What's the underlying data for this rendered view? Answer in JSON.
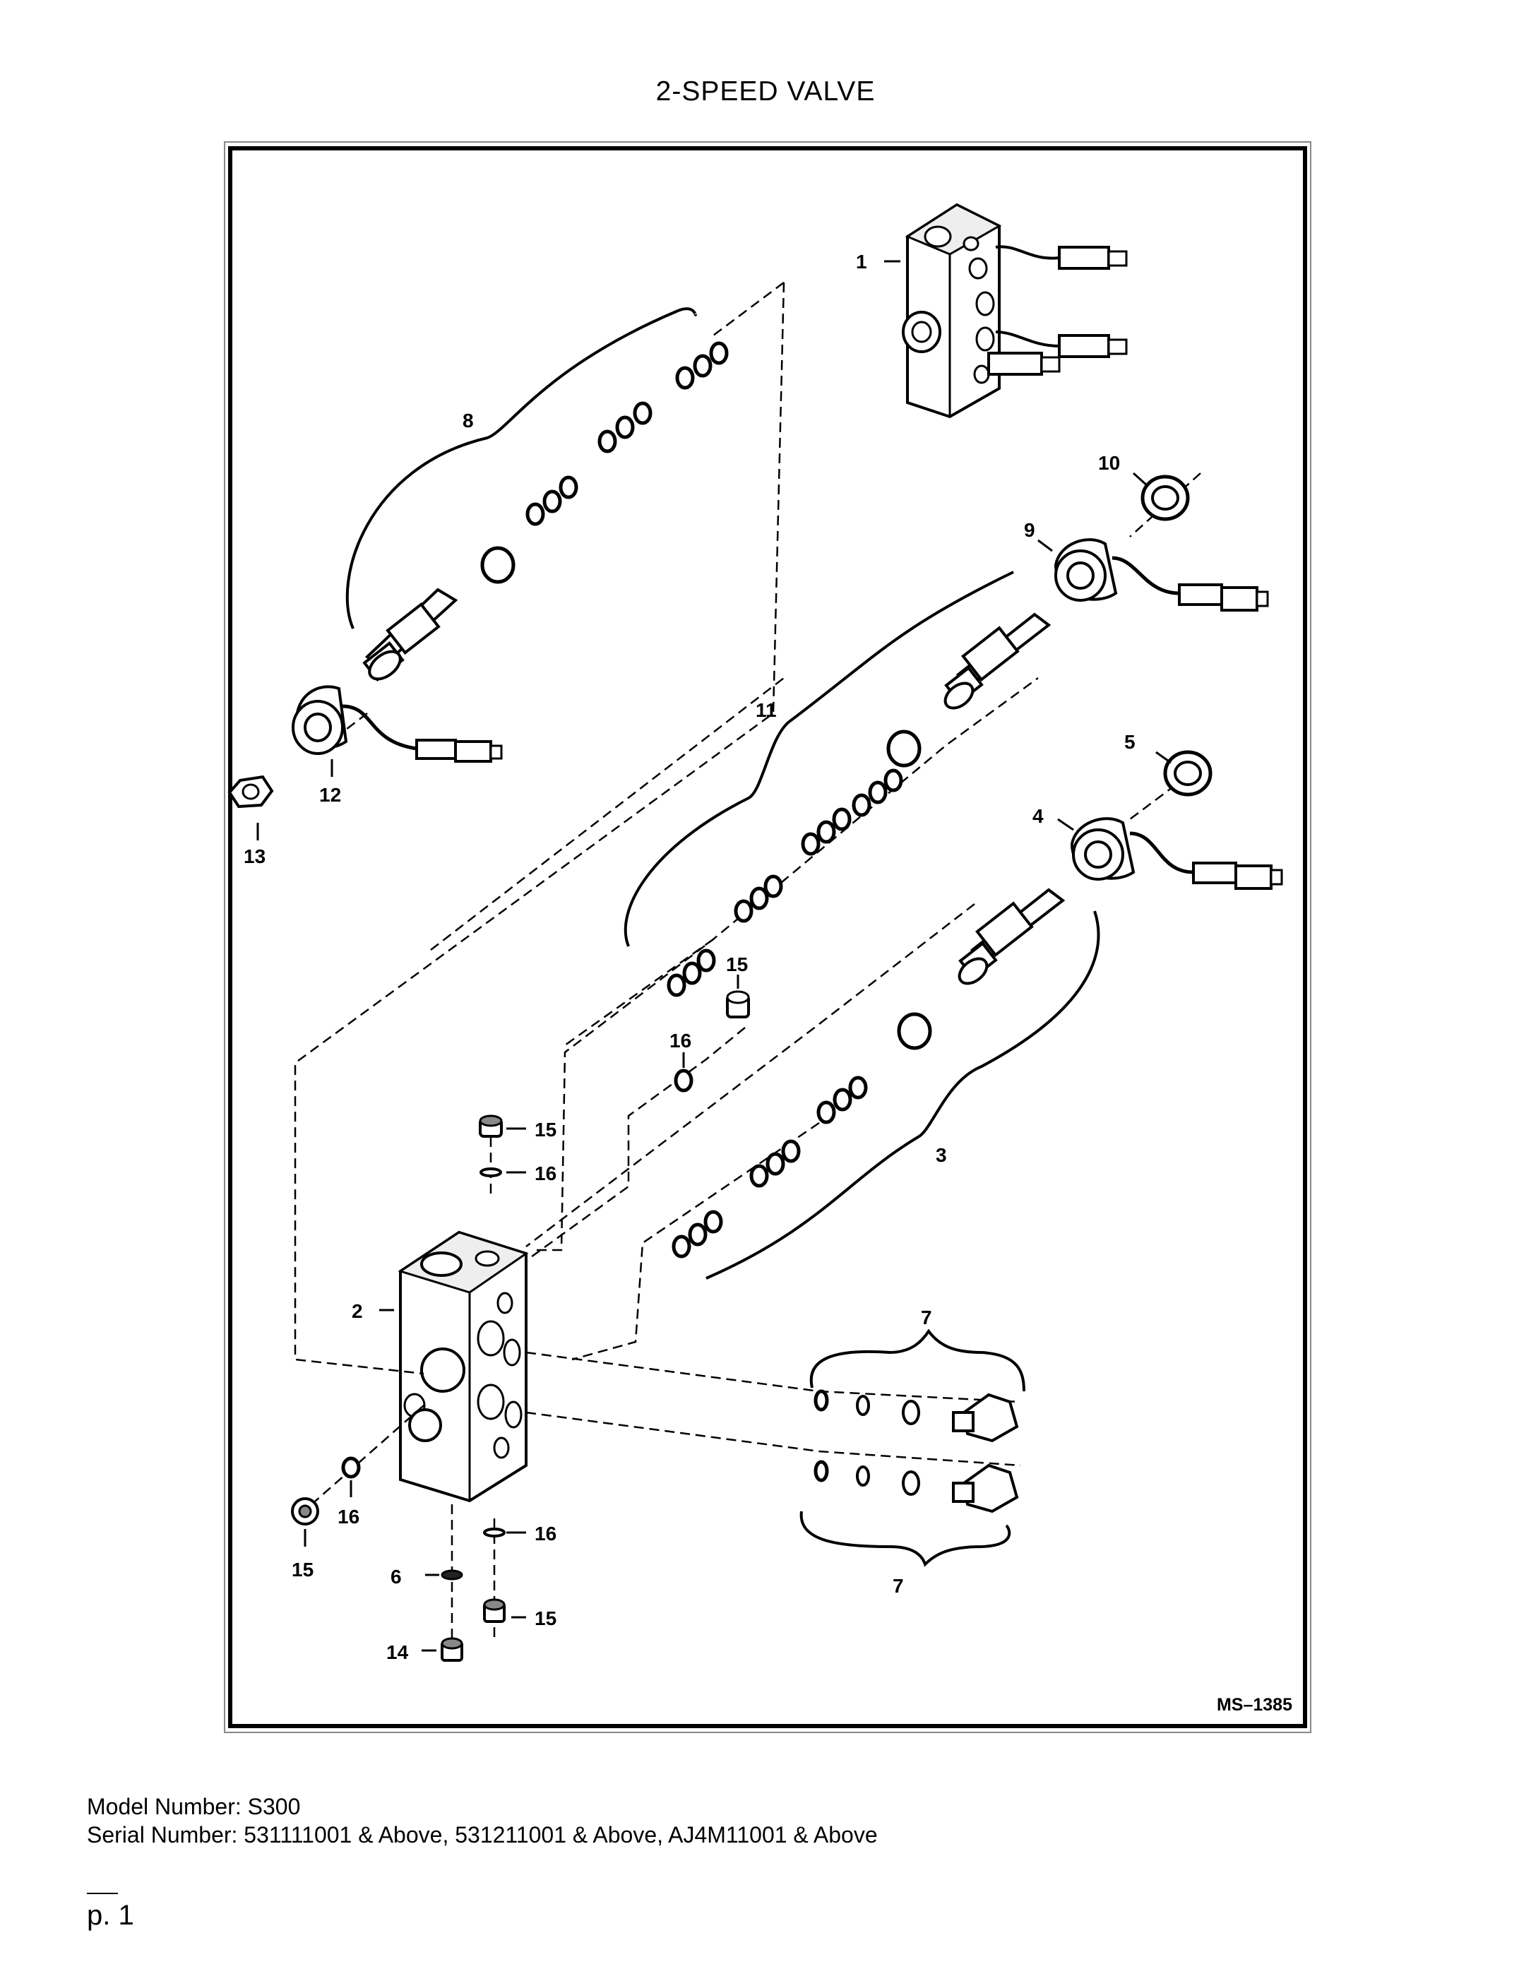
{
  "title": "2-SPEED VALVE",
  "figure_code": "MS–1385",
  "callouts": {
    "c1": "1",
    "c2": "2",
    "c3": "3",
    "c4": "4",
    "c5": "5",
    "c6": "6",
    "c7a": "7",
    "c7b": "7",
    "c8": "8",
    "c9": "9",
    "c10": "10",
    "c11": "11",
    "c12": "12",
    "c13": "13",
    "c14": "14",
    "c15a": "15",
    "c15b": "15",
    "c15c": "15",
    "c15d": "15",
    "c16a": "16",
    "c16b": "16",
    "c16c": "16",
    "c16d": "16"
  },
  "model_line": "Model Number: S300",
  "serial_line": "Serial Number: 531111001 & Above, 531211001 & Above, AJ4M11001 & Above",
  "page_label": "p. 1"
}
